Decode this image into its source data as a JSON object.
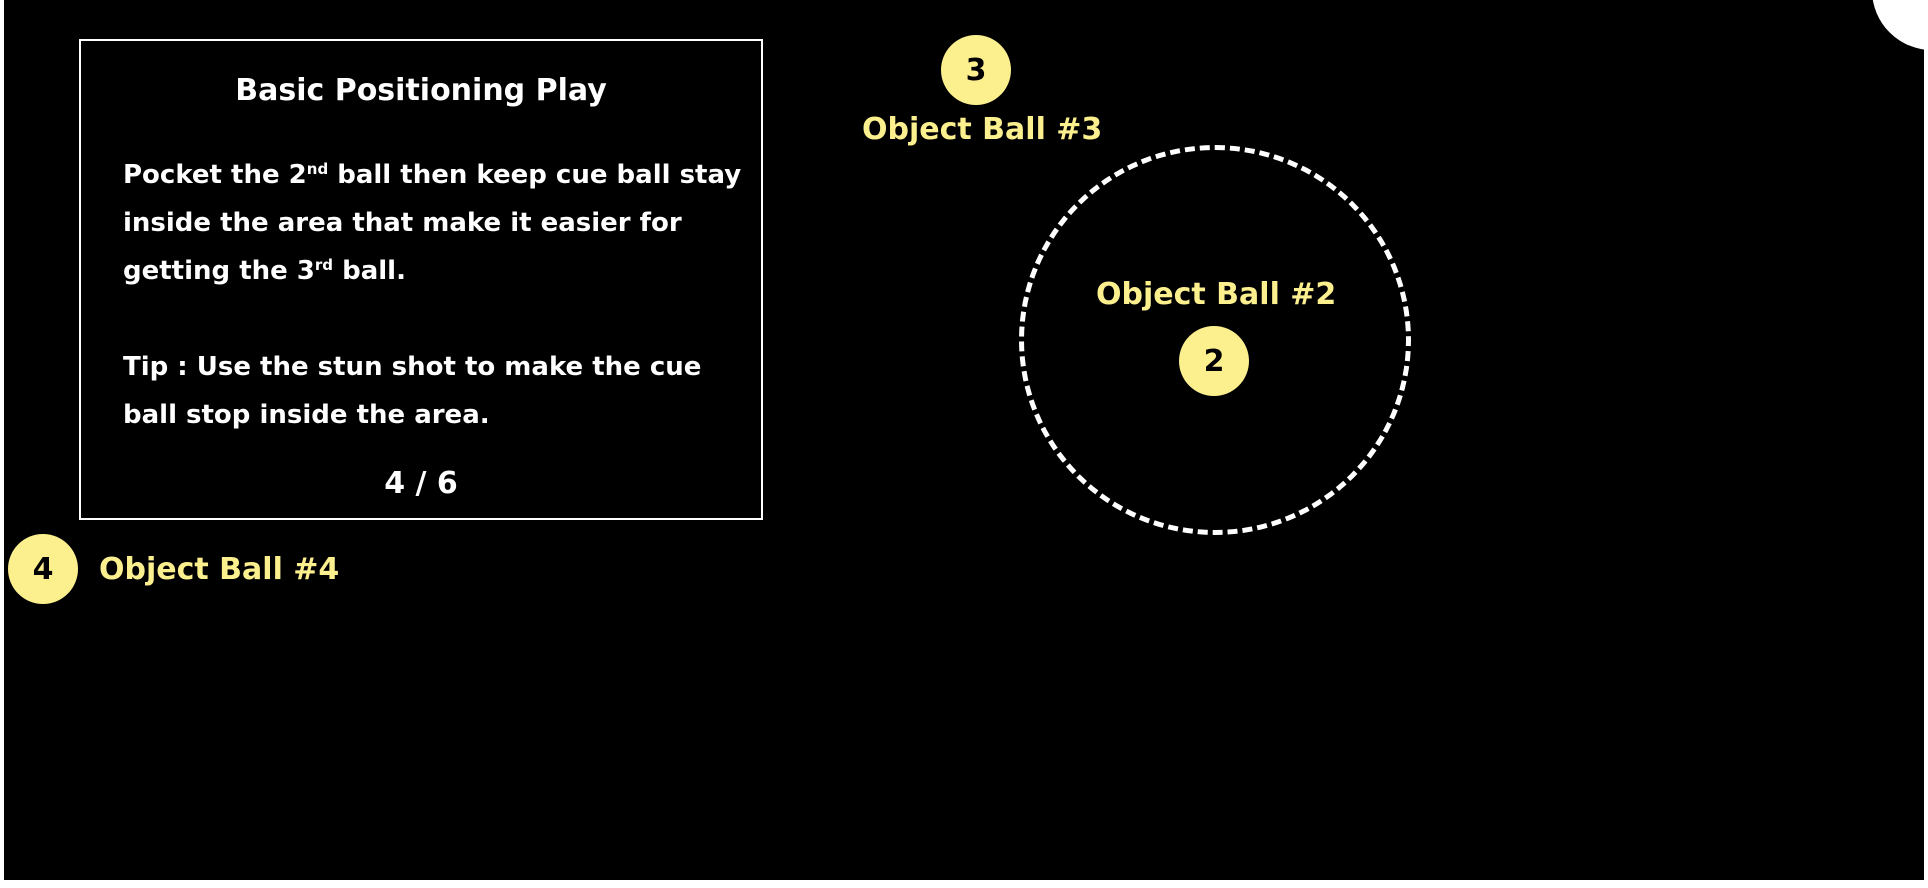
{
  "panel": {
    "title": "Basic Positioning Play",
    "body_part1": "Pocket the 2",
    "body_sup1": "nd",
    "body_part2": " ball then keep cue ball stay inside the area that make it easier for getting the 3",
    "body_sup2": "rd",
    "body_part3": " ball.",
    "tip": "Tip : Use the stun shot to make the cue ball stop inside the area.",
    "page_indicator": "4 / 6"
  },
  "balls": {
    "ball_3": {
      "number": "3",
      "label": "Object Ball #3"
    },
    "ball_2": {
      "number": "2",
      "label": "Object Ball #2"
    },
    "ball_4": {
      "number": "4",
      "label": "Object Ball #4"
    }
  },
  "colors": {
    "table": "#000000",
    "ball": "#fcef8e",
    "label": "#fcef8e",
    "panel_border": "#ffffff",
    "target_area": "#ffffff"
  },
  "icons": {
    "corner_pocket": "pocket-icon",
    "target_area": "dashed-circle-zone"
  }
}
